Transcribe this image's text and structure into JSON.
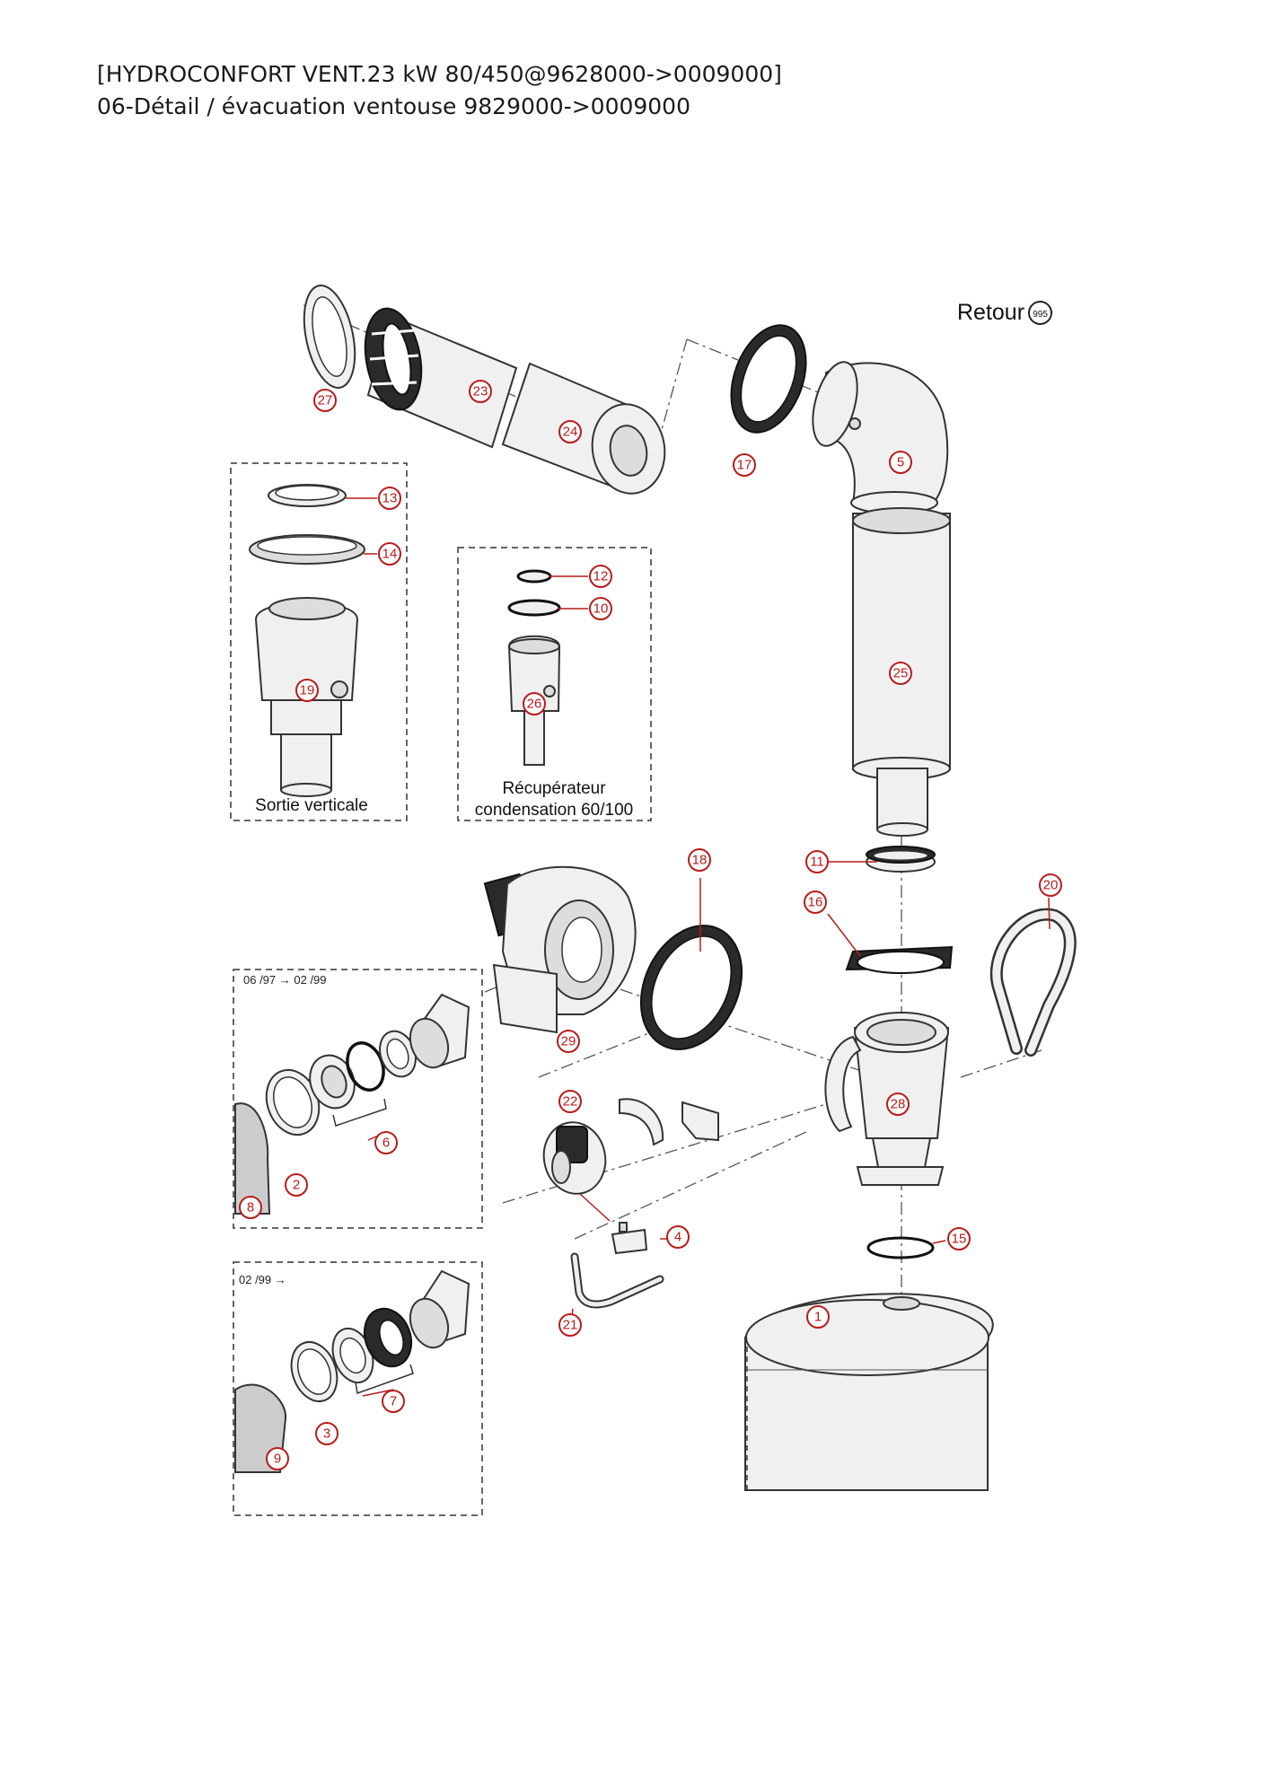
{
  "header": {
    "title": "[HYDROCONFORT VENT.23 kW 80/450@9628000->0009000]",
    "subtitle": "06-Détail / évacuation ventouse 9829000->0009000"
  },
  "retour": {
    "label": "Retour",
    "badge": "995"
  },
  "insets": {
    "vertical_outlet": "Sortie verticale",
    "condensation_line1": "Récupérateur",
    "condensation_line2": "condensation 60/100",
    "variant_a_date": "06 /97 → 02 /99",
    "variant_b_date": "02 /99 →"
  },
  "callouts": [
    "1",
    "2",
    "3",
    "4",
    "5",
    "6",
    "7",
    "8",
    "9",
    "10",
    "11",
    "12",
    "13",
    "14",
    "15",
    "16",
    "17",
    "18",
    "19",
    "20",
    "21",
    "22",
    "23",
    "24",
    "25",
    "26",
    "27",
    "28",
    "29"
  ],
  "colors": {
    "callout": "#b81c1c",
    "line": "#333333"
  }
}
